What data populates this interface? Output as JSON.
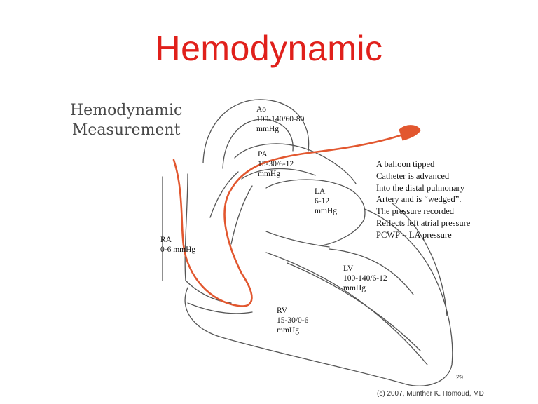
{
  "title": "Hemodynamic",
  "subtitle": [
    "Hemodynamic",
    "Measurement"
  ],
  "chambers": {
    "ao": [
      "Ao",
      "100-140/60-80",
      "mmHg"
    ],
    "pa": [
      "PA",
      "15-30/6-12",
      "mmHg"
    ],
    "la": [
      "LA",
      "6-12",
      "mmHg"
    ],
    "ra": [
      "RA",
      "0-6 mmHg"
    ],
    "lv": [
      "LV",
      "100-140/6-12",
      "mmHg"
    ],
    "rv": [
      "RV",
      "15-30/0-6",
      "mmHg"
    ]
  },
  "note": [
    "A balloon tipped",
    "Catheter is advanced",
    "Into the distal pulmonary",
    "Artery and is “wedged”.",
    "The pressure recorded",
    "Reflects left atrial pressure",
    "PCWP = LA pressure"
  ],
  "page_number": "29",
  "copyright": "(c) 2007, Munther K. Homoud, MD",
  "colors": {
    "title": "#e0201b",
    "catheter": "#e2572f",
    "outline": "#555555"
  }
}
